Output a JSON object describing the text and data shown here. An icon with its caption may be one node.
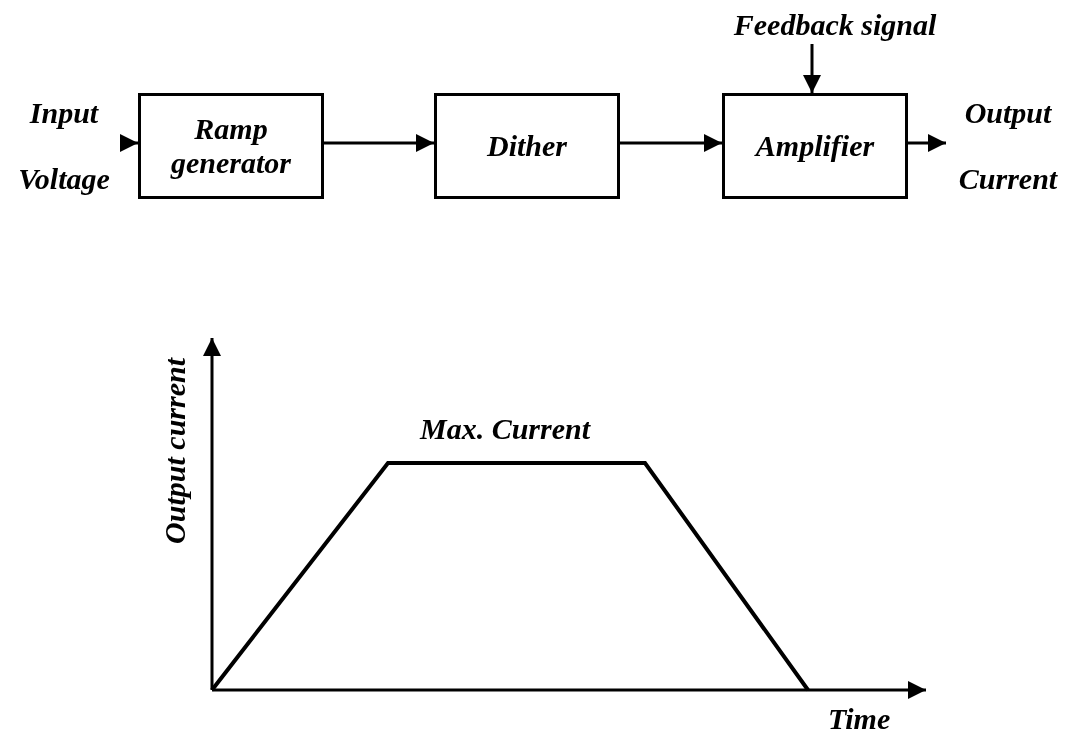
{
  "diagram": {
    "nodes": [
      {
        "text": [
          "Input Voltage"
        ]
      },
      {
        "text": [
          "Ramp generator"
        ]
      },
      {
        "text": [
          "Dither"
        ]
      },
      {
        "text": [
          "Amplifier"
        ]
      },
      {
        "text": [
          "Feedback signal"
        ]
      },
      {
        "text": [
          "Output Current"
        ]
      }
    ],
    "edges": [
      {
        "from": 0,
        "to": 1,
        "arrow": "to"
      },
      {
        "from": 1,
        "to": 2,
        "arrow": "to"
      },
      {
        "from": 2,
        "to": 3,
        "arrow": "to"
      },
      {
        "from": 4,
        "to": 3,
        "arrow": "to"
      },
      {
        "from": 3,
        "to": 5,
        "arrow": "to"
      }
    ],
    "labels": [
      "Output current",
      "Max. Current",
      "Time"
    ]
  }
}
